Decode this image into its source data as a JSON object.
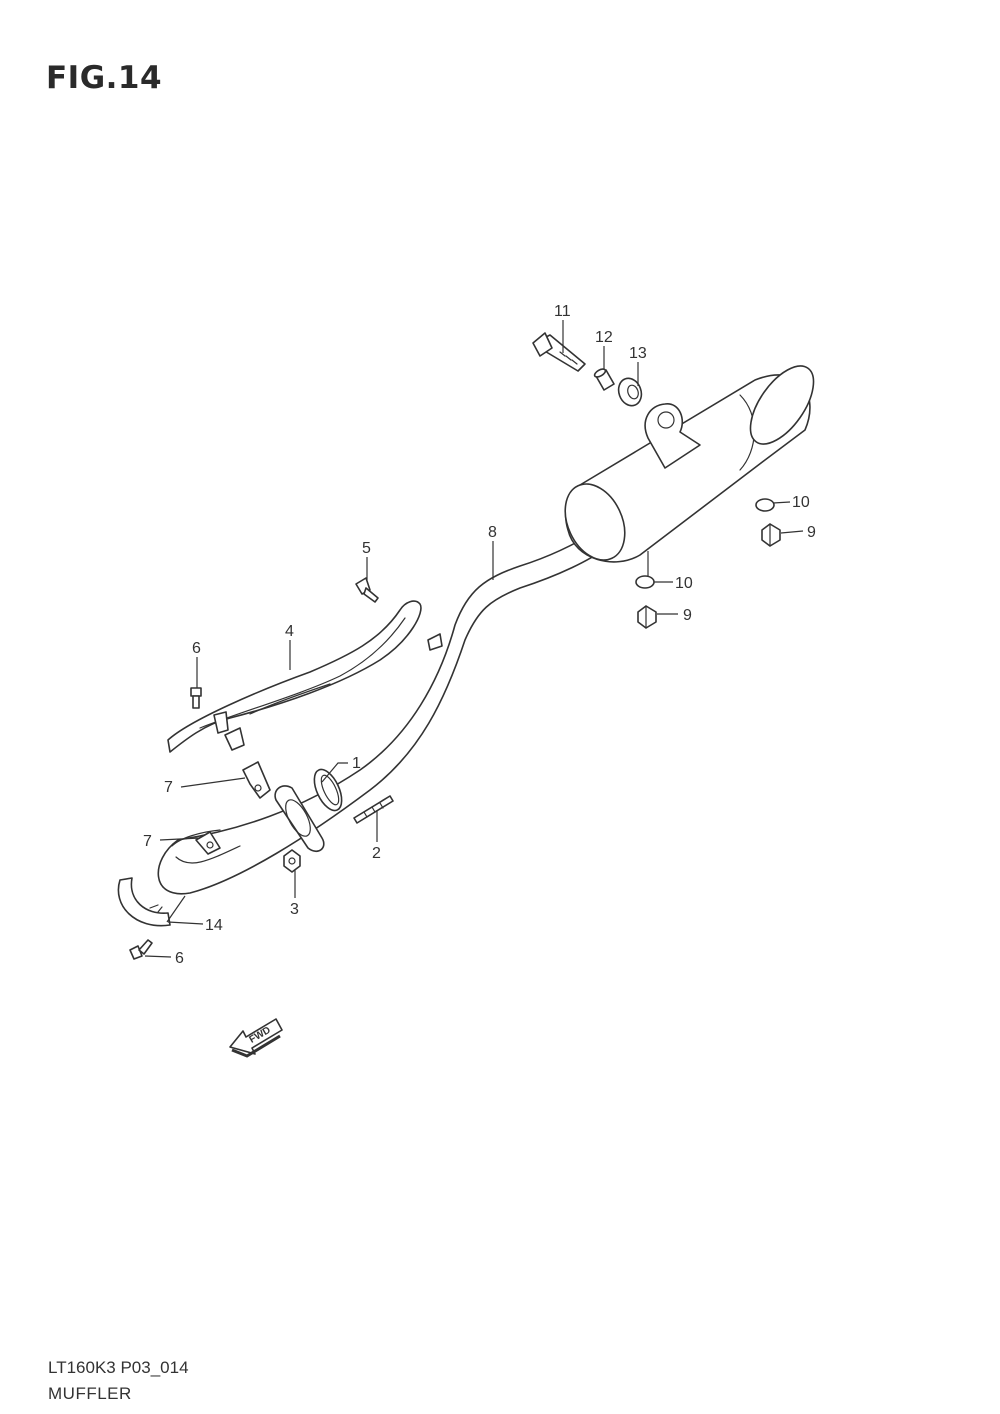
{
  "figure": {
    "title": "FIG.14",
    "code": "LT160K3 P03_014",
    "name": "MUFFLER",
    "fwd_label": "FWD"
  },
  "callouts": {
    "c1": "1",
    "c2": "2",
    "c3": "3",
    "c4": "4",
    "c5": "5",
    "c6a": "6",
    "c6b": "6",
    "c7a": "7",
    "c7b": "7",
    "c8": "8",
    "c9a": "9",
    "c9b": "9",
    "c10a": "10",
    "c10b": "10",
    "c11": "11",
    "c12": "12",
    "c13": "13",
    "c14": "14"
  }
}
